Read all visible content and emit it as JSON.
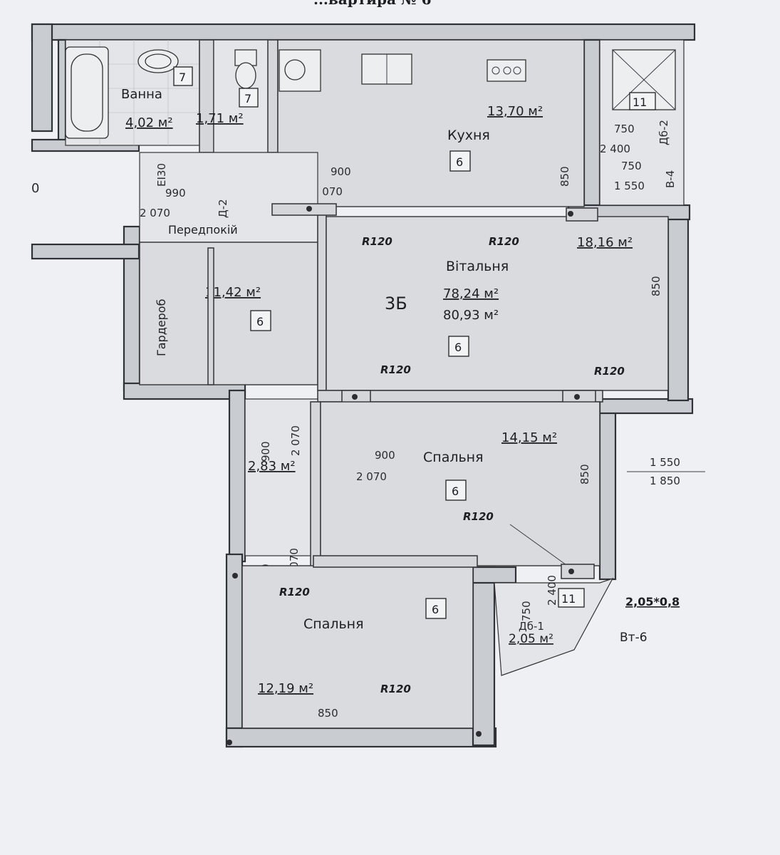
{
  "header_fragment": "...вартира № 6",
  "rooms": {
    "bath": {
      "name": "Ванна",
      "area": "4,02 м²",
      "tag": "7"
    },
    "wc": {
      "area": "1,71 м²",
      "tag": "7"
    },
    "kitchen": {
      "name": "Кухня",
      "area": "13,70 м²",
      "tag": "6"
    },
    "hall": {
      "name": "Передпокій",
      "area": "11,42 м²",
      "tag": "6"
    },
    "wardrobe": {
      "name": "Гардероб"
    },
    "living": {
      "name": "Вітальня",
      "area": "18,16 м²",
      "tag": "6"
    },
    "corridor": {
      "area": "2,83 м²"
    },
    "bedroom1": {
      "name": "Спальня",
      "area": "14,15 м²",
      "tag": "6"
    },
    "bedroom2": {
      "name": "Спальня",
      "area": "12,19 м²",
      "tag": "6"
    },
    "balcony_top": {
      "tag": "11"
    },
    "balcony_bottom": {
      "area": "2,05 м²",
      "tag": "11",
      "door": "Дб-1"
    }
  },
  "apartment": {
    "type": "3Б",
    "area_living": "78,24 м²",
    "area_total": "80,93 м²"
  },
  "door_labels": {
    "ei30": "EI30",
    "d2": "Д-2",
    "db2": "Дб-2",
    "v4": "В-4",
    "vt6": "Вт-6",
    "window_size": "2,05*0,8"
  },
  "dimensions": {
    "d900": "900",
    "d2070": "2 070",
    "d990": "990",
    "d850": "850",
    "d750": "750",
    "d2400": "2 400",
    "d1550": "1 550",
    "d1850": "1 850",
    "r120": "R120",
    "edge_zero": "0"
  }
}
